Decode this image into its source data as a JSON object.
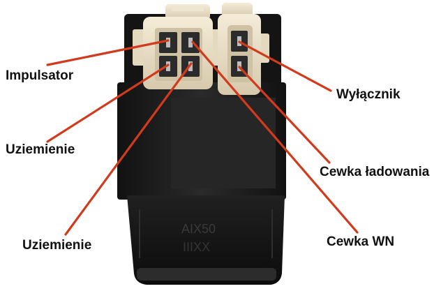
{
  "labels": {
    "impulsator": "Impulsator",
    "uziemienie_1": "Uziemienie",
    "uziemienie_2": "Uziemienie",
    "wylacznik": "Wyłącznik",
    "cewka_ladowania": "Cewka ładowania",
    "cewka_wn": "Cewka WN"
  },
  "device_marking": {
    "model": "AIX50",
    "code": "IIIXX"
  },
  "colors": {
    "leader_line": "#d23a1c",
    "module_body": "#1c1c1c",
    "connector": "#e8dcc4",
    "label_text": "#111111"
  }
}
